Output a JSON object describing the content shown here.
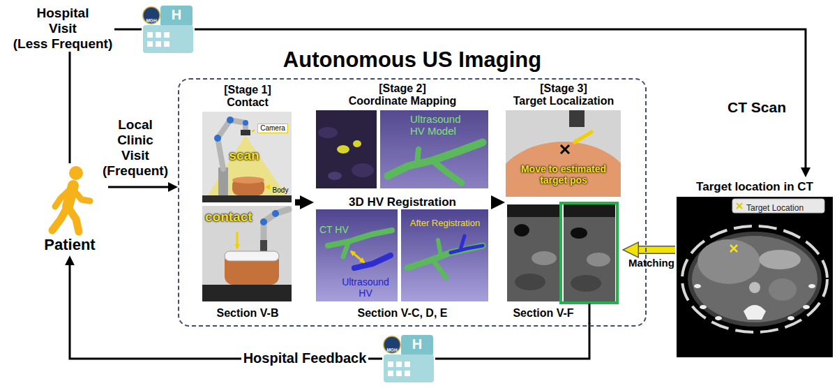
{
  "diagram": {
    "nodes": [
      {
        "text": [
          "MGH",
          "H"
        ]
      },
      {
        "text": [
          "Patient"
        ]
      },
      {
        "text": [
          "Autonomous US Imaging"
        ]
      },
      {
        "text": [
          "[Stage 1] Contact",
          "Section V-B"
        ],
        "in": 2
      },
      {
        "text": [
          "[Stage 2] Coordinate Mapping",
          "3D HV Registration",
          "Section V-C, D, E"
        ],
        "in": 2
      },
      {
        "text": [
          "[Stage 3] Target Localization",
          "Section V-F"
        ],
        "in": 2
      },
      {
        "text": [
          "Target location in CT"
        ]
      },
      {
        "text": [
          "MGH",
          "H"
        ]
      }
    ],
    "edges": [
      {
        "from": 1,
        "to": 0,
        "arrow": "none",
        "label": "Hospital Visit (Less Frequent)"
      },
      {
        "from": 0,
        "to": 6,
        "arrow": "to",
        "label": "CT Scan"
      },
      {
        "from": 1,
        "to": 2,
        "arrow": "to",
        "label": "Local Clinic Visit (Frequent)"
      },
      {
        "from": 3,
        "to": 4,
        "arrow": "to"
      },
      {
        "from": 4,
        "to": 5,
        "arrow": "to"
      },
      {
        "from": 6,
        "to": 5,
        "arrow": "to",
        "label": "Matching"
      },
      {
        "from": 5,
        "to": 7,
        "arrow": "none"
      },
      {
        "from": 7,
        "to": 1,
        "arrow": "to",
        "label": "Hospital Feedback"
      }
    ],
    "labels": [
      "Camera",
      "scan",
      "Body",
      "contact",
      "Ultrasound HV Model",
      "CT HV",
      "Ultrasound HV",
      "After Registration",
      "Move to estimated target pos"
    ],
    "legend": [
      {
        "text": "Target Location"
      }
    ]
  }
}
